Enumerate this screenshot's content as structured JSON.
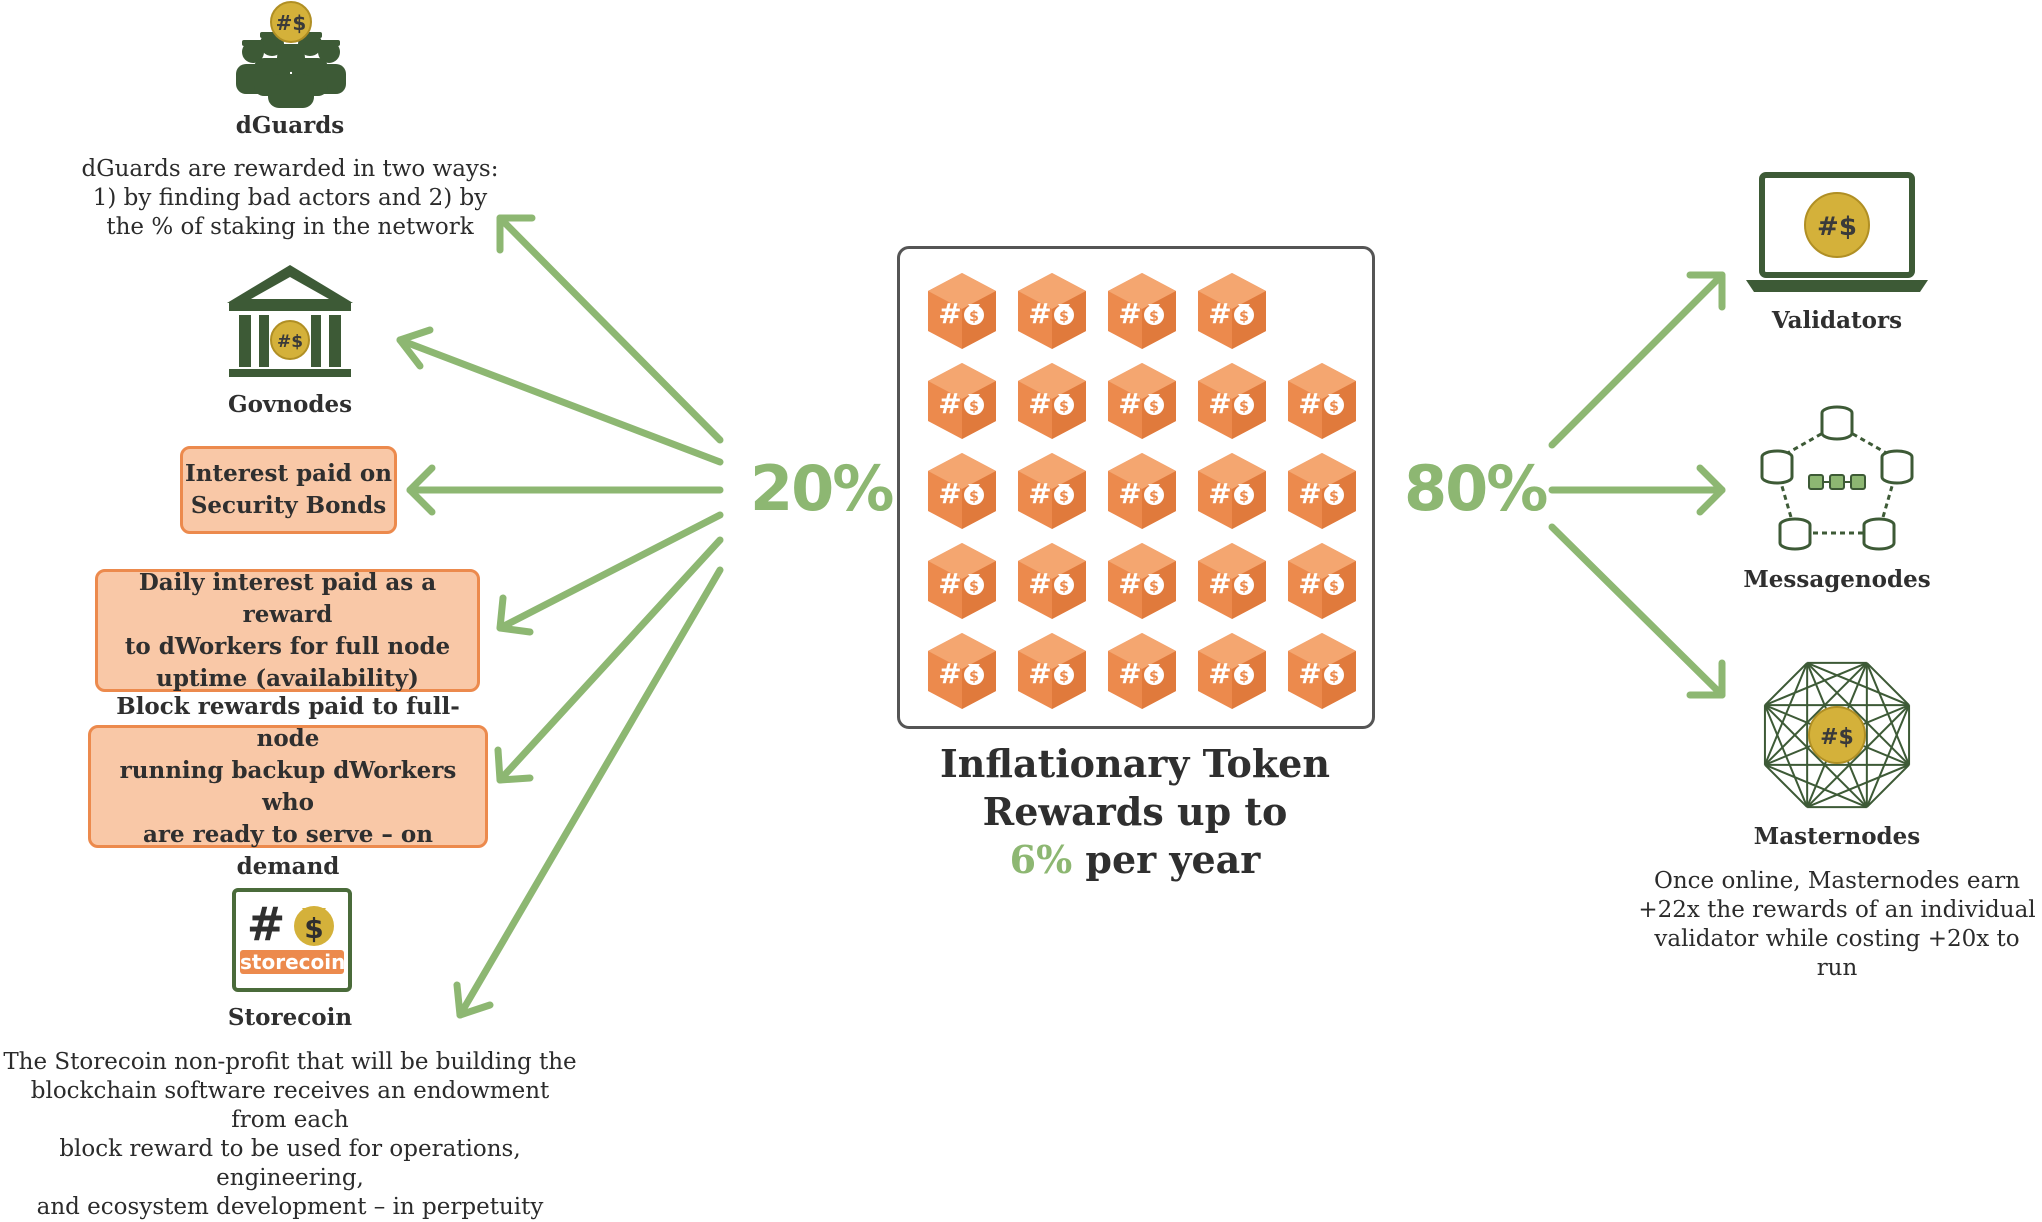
{
  "left": {
    "dguards": {
      "label": "dGuards",
      "desc": [
        "dGuards are rewarded in two ways:",
        "1) by finding bad actors and 2) by",
        "the % of staking in the network"
      ]
    },
    "govnodes": {
      "label": "Govnodes"
    },
    "boxes": [
      [
        "Interest paid on",
        "Security Bonds"
      ],
      [
        "Daily interest paid as a reward",
        "to dWorkers for full node",
        "uptime (availability)"
      ],
      [
        "Block rewards paid to full-node",
        "running backup dWorkers who",
        "are ready to serve – on demand"
      ]
    ],
    "storecoin": {
      "logo_text": "storecoin",
      "label": "Storecoin",
      "desc": [
        "The Storecoin non-profit that will be building the",
        "blockchain software receives an endowment from each",
        "block reward to be used for operations, engineering,",
        "and ecosystem development – in perpetuity"
      ]
    }
  },
  "center": {
    "left_pct": "20%",
    "right_pct": "80%",
    "token_rows": [
      4,
      5,
      5,
      5,
      5
    ],
    "title_line1": "Inflationary Token",
    "title_line2": "Rewards up to",
    "title_pct": "6%",
    "title_tail": " per year"
  },
  "right": {
    "validators": {
      "label": "Validators"
    },
    "messagenodes": {
      "label": "Messagenodes"
    },
    "masternodes": {
      "label": "Masternodes",
      "desc": [
        "Once online, Masternodes earn",
        "+22x the rewards of an individual",
        "validator while costing +20x to run"
      ]
    }
  },
  "colors": {
    "arrow": "#8db772",
    "orange": "#ec8a4d",
    "box_fill": "#f9c8a7",
    "dark_green": "#3d5a36",
    "coin": "#d4b13a"
  }
}
